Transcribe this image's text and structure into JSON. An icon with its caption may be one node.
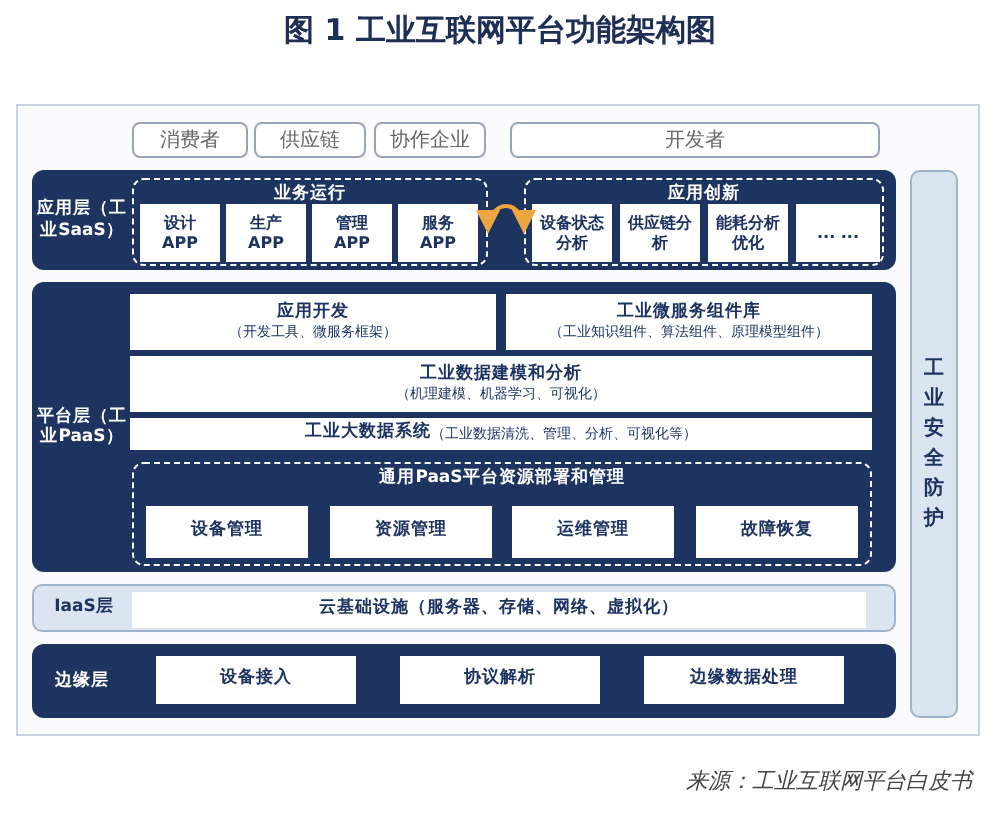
{
  "diagram": {
    "title": "图 1 工业互联网平台功能架构图",
    "caption": "来源：工业互联网平台白皮书",
    "nodes": [
      {
        "text": [
          "消费者"
        ]
      },
      {
        "text": [
          "供应链"
        ]
      },
      {
        "text": [
          "协作企业"
        ]
      },
      {
        "text": [
          "开发者"
        ]
      },
      {
        "text": [
          "应用层（工业SaaS）"
        ]
      },
      {
        "text": [
          "业务运行"
        ],
        "in": 4
      },
      {
        "text": [
          "设计 APP"
        ],
        "in": 5
      },
      {
        "text": [
          "生产 APP"
        ],
        "in": 5
      },
      {
        "text": [
          "管理 APP"
        ],
        "in": 5
      },
      {
        "text": [
          "服务 APP"
        ],
        "in": 5
      },
      {
        "text": [
          "应用创新"
        ],
        "in": 4
      },
      {
        "text": [
          "设备状态分析"
        ],
        "in": 10
      },
      {
        "text": [
          "供应链分析"
        ],
        "in": 10
      },
      {
        "text": [
          "能耗分析优化"
        ],
        "in": 10
      },
      {
        "text": [
          "... ..."
        ],
        "in": 10
      },
      {
        "text": [
          "平台层（工业PaaS）"
        ]
      },
      {
        "text": [
          "应用开发",
          "（开发工具、微服务框架）"
        ],
        "in": 15
      },
      {
        "text": [
          "工业微服务组件库",
          "（工业知识组件、算法组件、原理模型组件）"
        ],
        "in": 15
      },
      {
        "text": [
          "工业数据建模和分析",
          "（机理建模、机器学习、可视化）"
        ],
        "in": 15
      },
      {
        "text": [
          "工业大数据系统",
          "（工业数据清洗、管理、分析、可视化等）"
        ],
        "in": 15
      },
      {
        "text": [
          "通用PaaS平台资源部署和管理"
        ],
        "in": 15
      },
      {
        "text": [
          "设备管理"
        ],
        "in": 20
      },
      {
        "text": [
          "资源管理"
        ],
        "in": 20
      },
      {
        "text": [
          "运维管理"
        ],
        "in": 20
      },
      {
        "text": [
          "故障恢复"
        ],
        "in": 20
      },
      {
        "text": [
          "IaaS层"
        ]
      },
      {
        "text": [
          "云基础设施（服务器、存储、网络、虚拟化）"
        ],
        "in": 25
      },
      {
        "text": [
          "边缘层"
        ]
      },
      {
        "text": [
          "设备接入"
        ],
        "in": 27
      },
      {
        "text": [
          "协议解析"
        ],
        "in": 27
      },
      {
        "text": [
          "边缘数据处理"
        ],
        "in": 27
      },
      {
        "text": [
          "工业安全防护"
        ]
      }
    ],
    "edges": [
      {
        "from": 5,
        "to": 10,
        "arrow": "both",
        "color": "#f0a640"
      }
    ]
  }
}
